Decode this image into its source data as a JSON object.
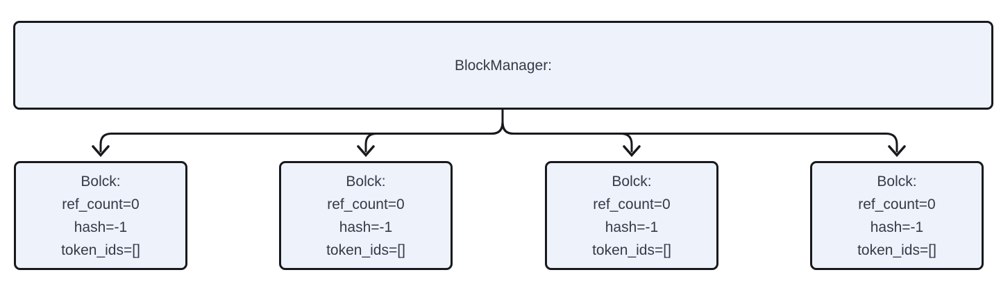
{
  "colors": {
    "background": "#ffffff",
    "node_fill": "#edf2fb",
    "node_border": "#17191d",
    "connector": "#17191d",
    "text": "#343b46"
  },
  "diagram": {
    "type": "flowchart",
    "root": {
      "label": "BlockManager:"
    },
    "children": [
      {
        "label": "Bolck:",
        "fields": [
          "ref_count=0",
          "hash=-1",
          "token_ids=[]"
        ]
      },
      {
        "label": "Bolck:",
        "fields": [
          "ref_count=0",
          "hash=-1",
          "token_ids=[]"
        ]
      },
      {
        "label": "Bolck:",
        "fields": [
          "ref_count=0",
          "hash=-1",
          "token_ids=[]"
        ]
      },
      {
        "label": "Bolck:",
        "fields": [
          "ref_count=0",
          "hash=-1",
          "token_ids=[]"
        ]
      }
    ]
  }
}
